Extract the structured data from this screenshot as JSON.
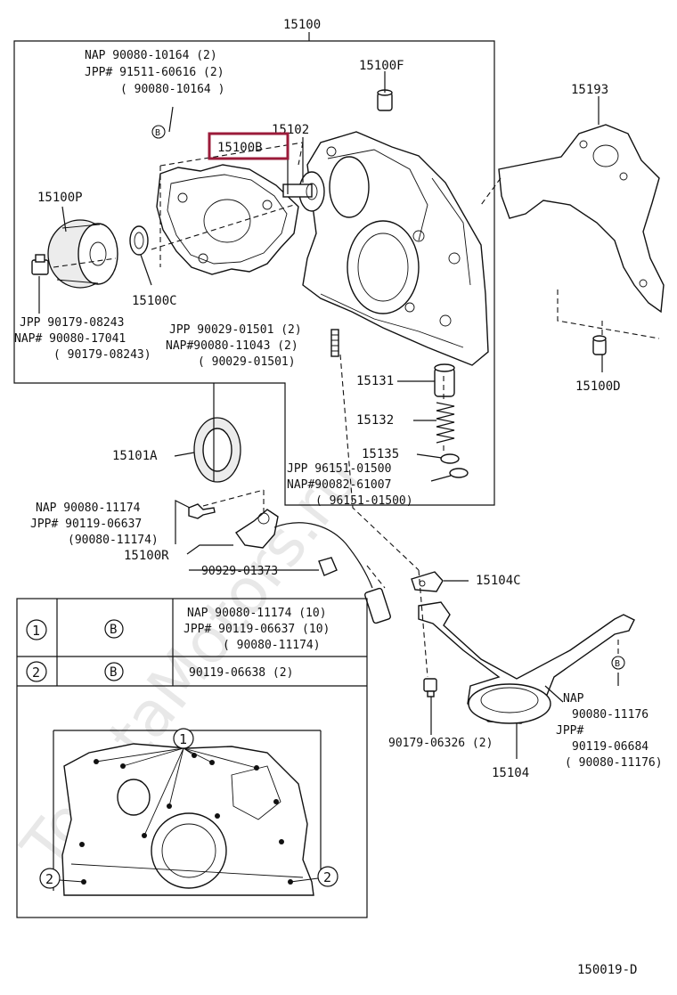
{
  "page_id": "150019-D",
  "assembly": {
    "number": "15100"
  },
  "parts": {
    "p15100F": "15100F",
    "p15102": "15102",
    "p15100B": "15100B",
    "p15100P": "15100P",
    "p15100C": "15100C",
    "p15193": "15193",
    "p15100D": "15100D",
    "p15131": "15131",
    "p15132": "15132",
    "p15135": "15135",
    "p15101A": "15101A",
    "p15100R": "15100R",
    "p90929": "90929-01373",
    "p15104C": "15104C",
    "p15104": "15104",
    "p90179_06326": "90179-06326 (2)"
  },
  "callouts": {
    "bolt_b_top": [
      "NAP  90080-10164 (2)",
      "JPP# 91511-60616 (2)",
      "( 90080-10164 )"
    ],
    "bolt_p": [
      "JPP   90179-08243",
      "NAP# 90080-17041",
      "( 90179-08243)"
    ],
    "stud": [
      "JPP  90029-01501 (2)",
      "NAP#90080-11043 (2)",
      "( 90029-01501)"
    ],
    "plug_15135": [
      "JPP   96151-01500",
      "NAP#90082-61007",
      "( 96151-01500)"
    ],
    "sensor_bolt": [
      "NAP  90080-11174",
      "JPP# 90119-06637",
      "(90080-11174)"
    ],
    "pan_bolt": [
      "NAP",
      "90080-11176",
      "JPP#",
      "90119-06684",
      "( 90080-11176)"
    ]
  },
  "markers": {
    "circle1": "1",
    "circle2": "2",
    "circleB": "B"
  },
  "table": {
    "rows": [
      {
        "index": "1",
        "code": "B",
        "lines": [
          "NAP  90080-11174 (10)",
          "JPP# 90119-06637 (10)",
          "( 90080-11174)"
        ]
      },
      {
        "index": "2",
        "code": "B",
        "lines": [
          "90119-06638 (2)"
        ]
      }
    ]
  },
  "highlight_color": "#9b1b3a"
}
